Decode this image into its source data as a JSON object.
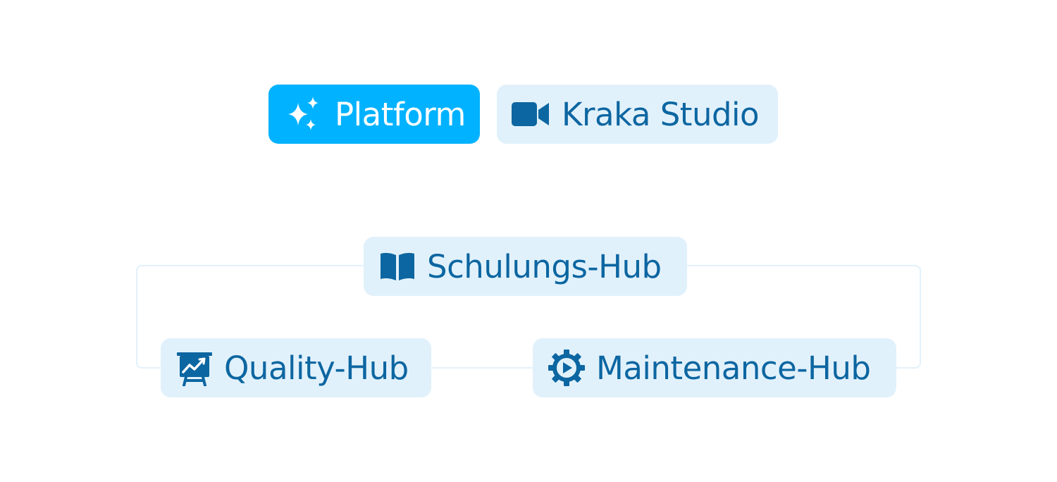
{
  "top_nav": {
    "platform": {
      "label": "Platform",
      "icon": "sparkles-icon",
      "color": "#00b2ff"
    },
    "studio": {
      "label": "Kraka Studio",
      "icon": "video-camera-icon"
    }
  },
  "hubs": {
    "training": {
      "label": "Schulungs-Hub",
      "icon": "open-book-icon"
    },
    "quality": {
      "label": "Quality-Hub",
      "icon": "presentation-chart-icon"
    },
    "maintenance": {
      "label": "Maintenance-Hub",
      "icon": "gear-icon"
    }
  },
  "colors": {
    "primary": "#00b2ff",
    "secondary_bg": "#e1f1fb",
    "secondary_text": "#0c66a1",
    "connector": "#e2f1fb"
  }
}
